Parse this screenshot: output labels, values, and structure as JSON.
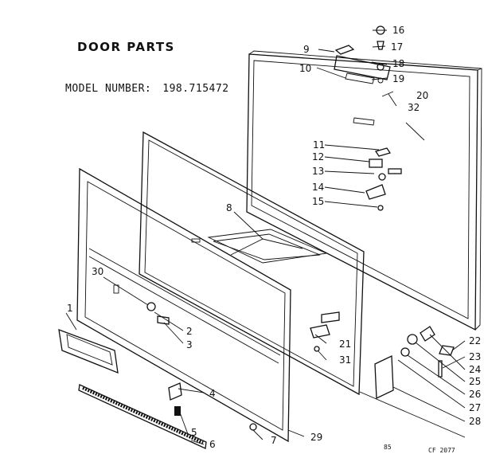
{
  "header": {
    "title": "DOOR PARTS",
    "model_label": "MODEL NUMBER:",
    "model_number": "198.715472"
  },
  "footer": {
    "code": "CF 2077",
    "mark": "85"
  },
  "callouts": [
    {
      "num": "1"
    },
    {
      "num": "2"
    },
    {
      "num": "3"
    },
    {
      "num": "4"
    },
    {
      "num": "5"
    },
    {
      "num": "6"
    },
    {
      "num": "7"
    },
    {
      "num": "8"
    },
    {
      "num": "9"
    },
    {
      "num": "10"
    },
    {
      "num": "11"
    },
    {
      "num": "12"
    },
    {
      "num": "13"
    },
    {
      "num": "14"
    },
    {
      "num": "15"
    },
    {
      "num": "16"
    },
    {
      "num": "17"
    },
    {
      "num": "18"
    },
    {
      "num": "19"
    },
    {
      "num": "20"
    },
    {
      "num": "21"
    },
    {
      "num": "22"
    },
    {
      "num": "23"
    },
    {
      "num": "24"
    },
    {
      "num": "25"
    },
    {
      "num": "26"
    },
    {
      "num": "27"
    },
    {
      "num": "28"
    },
    {
      "num": "29"
    },
    {
      "num": "30"
    },
    {
      "num": "31"
    },
    {
      "num": "32"
    }
  ]
}
